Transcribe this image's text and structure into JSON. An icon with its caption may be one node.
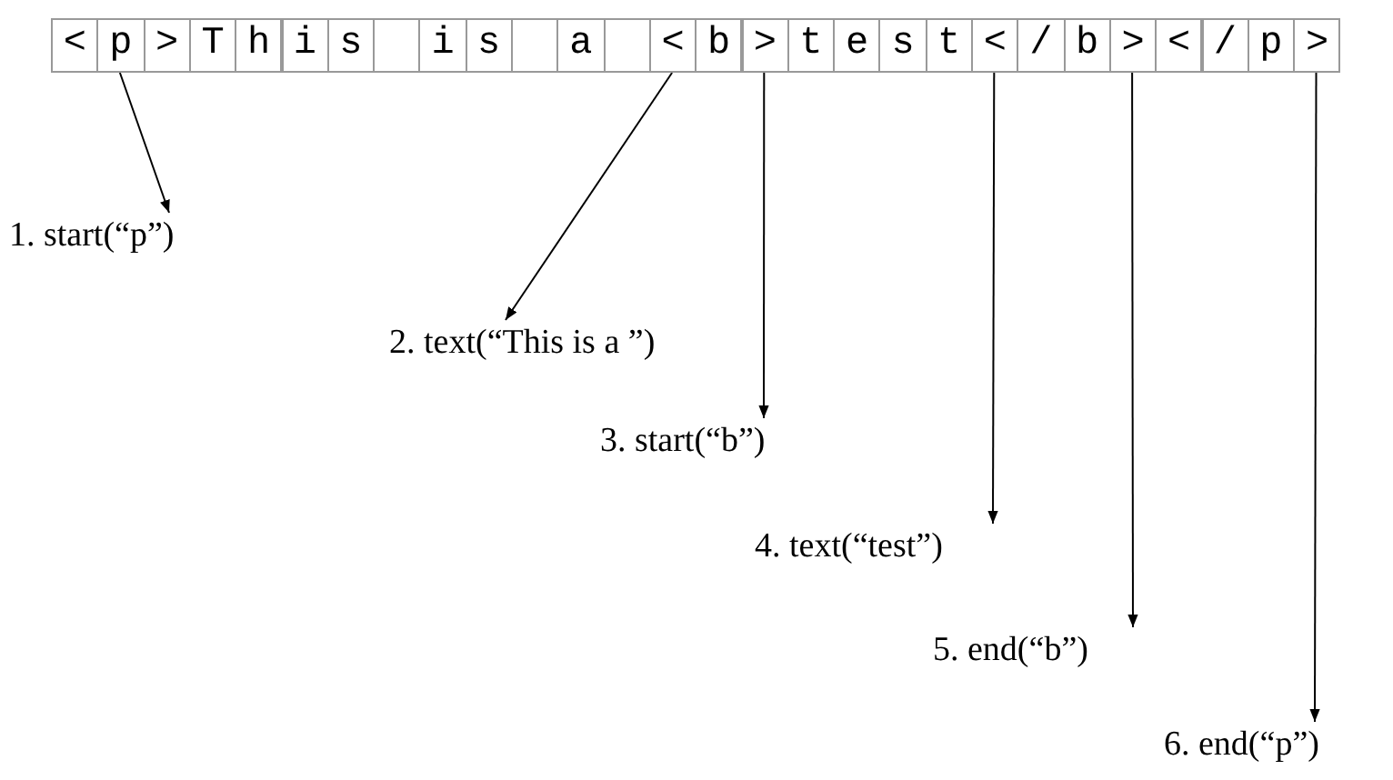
{
  "diagram": {
    "nodes": [
      {
        "text": [
          "<"
        ]
      },
      {
        "text": [
          "p"
        ]
      },
      {
        "text": [
          ">"
        ]
      },
      {
        "text": [
          "T"
        ]
      },
      {
        "text": [
          "h"
        ]
      },
      {
        "text": [
          "i"
        ]
      },
      {
        "text": [
          "s"
        ]
      },
      {
        "text": [],
        "shape": "box"
      },
      {
        "text": [
          "i"
        ]
      },
      {
        "text": [
          "s"
        ]
      },
      {
        "text": [],
        "shape": "box"
      },
      {
        "text": [
          "a"
        ]
      },
      {
        "text": [],
        "shape": "box"
      },
      {
        "text": [
          "<"
        ]
      },
      {
        "text": [
          "b"
        ]
      },
      {
        "text": [
          ">"
        ]
      },
      {
        "text": [
          "t"
        ]
      },
      {
        "text": [
          "e"
        ]
      },
      {
        "text": [
          "s"
        ]
      },
      {
        "text": [
          "t"
        ]
      },
      {
        "text": [
          "<"
        ]
      },
      {
        "text": [
          "/"
        ]
      },
      {
        "text": [
          "b"
        ]
      },
      {
        "text": [
          ">"
        ]
      },
      {
        "text": [
          "<"
        ]
      },
      {
        "text": [
          "/"
        ]
      },
      {
        "text": [
          "p"
        ]
      },
      {
        "text": [
          ">"
        ]
      },
      {
        "text": [
          "1. start(“p”)"
        ]
      },
      {
        "text": [
          "2. text(“This is a ”)"
        ]
      },
      {
        "text": [
          "3. start(“b”)"
        ]
      },
      {
        "text": [
          "4. text(“test”)"
        ]
      },
      {
        "text": [
          "5. end(“b”)"
        ]
      },
      {
        "text": [
          "6. end(“p”)"
        ]
      }
    ],
    "edges": [
      {
        "from": 1,
        "to": 28,
        "arrow": "to"
      },
      {
        "from": 13,
        "to": 29,
        "arrow": "to"
      },
      {
        "from": 15,
        "to": 30,
        "arrow": "to"
      },
      {
        "from": 20,
        "to": 31,
        "arrow": "to"
      },
      {
        "from": 23,
        "to": 32,
        "arrow": "to"
      },
      {
        "from": 27,
        "to": 33,
        "arrow": "to"
      }
    ]
  }
}
